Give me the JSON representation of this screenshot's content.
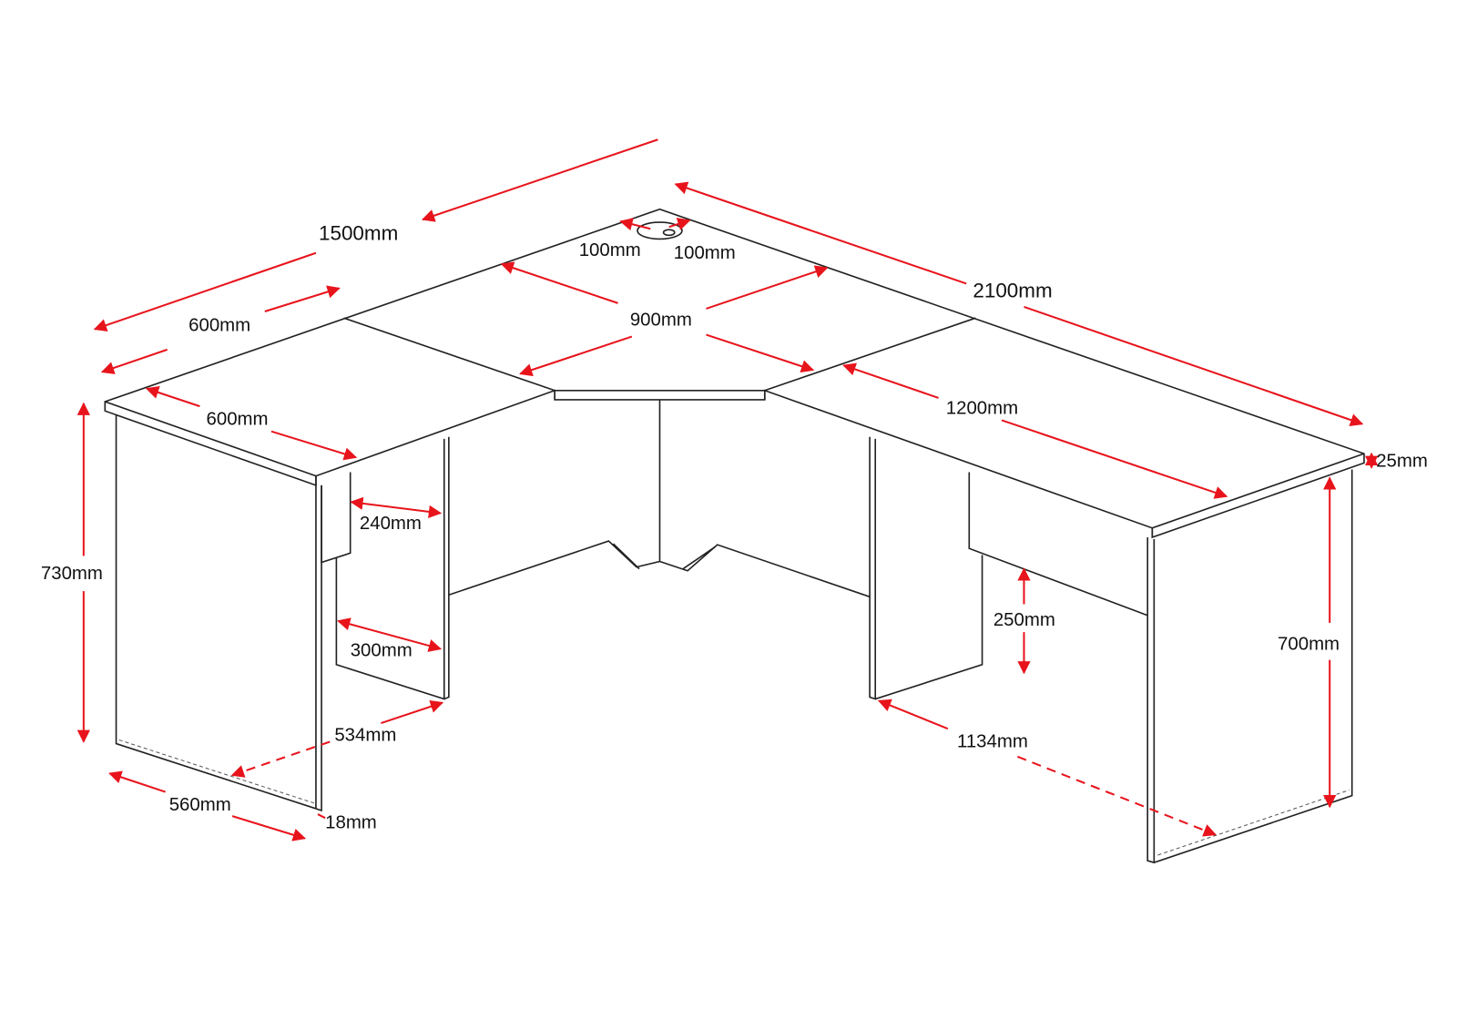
{
  "accent_color": "#e8141c",
  "labels": {
    "overall_left": "1500mm",
    "overall_right": "2100mm",
    "left_depth_back": "600mm",
    "left_depth_front": "600mm",
    "corner_width": "900mm",
    "grommet_a": "100mm",
    "grommet_b": "100mm",
    "right_depth": "1200mm",
    "top_thickness": "25mm",
    "total_height": "730mm",
    "modesty_depth": "240mm",
    "pedestal_depth": "300mm",
    "left_clearance": "534mm",
    "left_leg_depth": "560mm",
    "panel_thickness": "18mm",
    "right_clearance": "1134mm",
    "modesty_height": "250mm",
    "knee_height": "700mm"
  }
}
